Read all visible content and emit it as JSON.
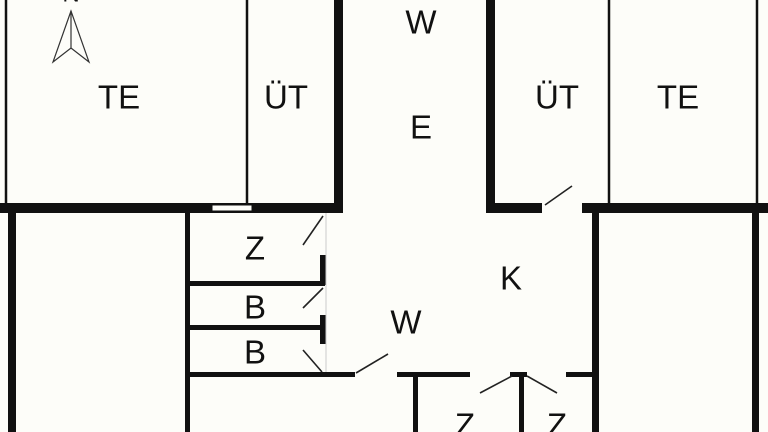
{
  "floor_plan": {
    "north_label": "N",
    "rooms": {
      "hall_top_w": "W",
      "hall_top_e": "E",
      "terrace_left": "TE",
      "utility_left": "ÜT",
      "utility_right": "ÜT",
      "terrace_right": "TE",
      "room_z_left": "Z",
      "bath_1": "B",
      "bath_2": "B",
      "hall_w": "W",
      "kitchen": "K",
      "room_z_bottom_1": "Z",
      "room_z_bottom_2": "Z"
    }
  }
}
